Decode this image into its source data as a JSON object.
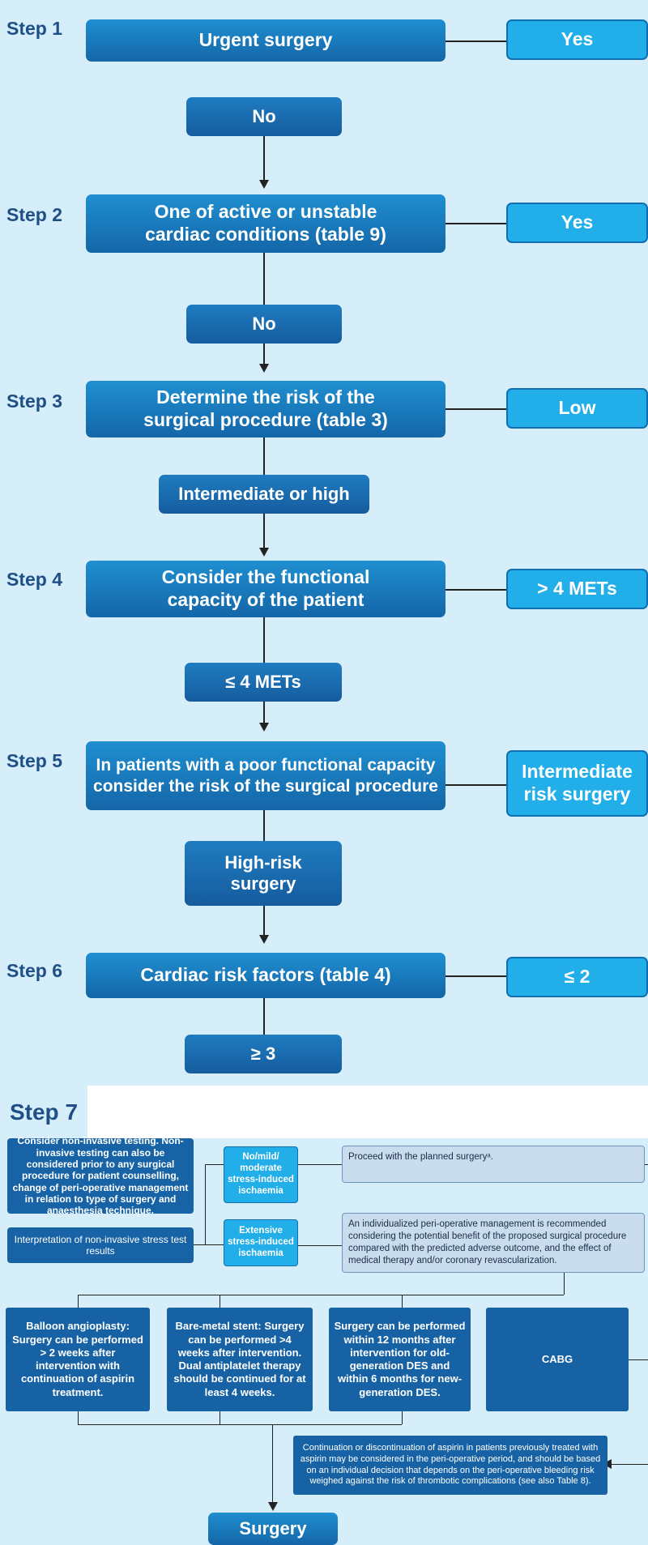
{
  "steps": [
    {
      "label": "Step 1",
      "main": "Urgent surgery",
      "side": "Yes",
      "next": "No"
    },
    {
      "label": "Step 2",
      "main": "One of active or unstable\ncardiac conditions (table 9)",
      "side": "Yes",
      "next": "No"
    },
    {
      "label": "Step 3",
      "main": "Determine the risk of the\nsurgical procedure (table 3)",
      "side": "Low",
      "next": "Intermediate or high"
    },
    {
      "label": "Step 4",
      "main": "Consider the functional\ncapacity of the patient",
      "side": "> 4 METs",
      "next": "≤ 4 METs"
    },
    {
      "label": "Step 5",
      "main": "In patients with a poor functional capacity\nconsider the risk of the surgical procedure",
      "side": "Intermediate\nrisk surgery",
      "next": "High-risk\nsurgery"
    },
    {
      "label": "Step 6",
      "main": "Cardiac risk factors (table 4)",
      "side": "≤ 2",
      "next": "≥ 3"
    }
  ],
  "step7": {
    "label": "Step 7",
    "consider": "Consider non-invasive testing. Non-invasive testing can also be considered prior to any surgical procedure for patient counselling, change of peri-operative management in relation to type of surgery and anaesthesia technique.",
    "interpretation": "Interpretation of non-invasive stress test results",
    "nomild": "No/mild/\nmoderate\nstress-induced\nischaemia",
    "extensive": "Extensive\nstress-induced\nischaemia",
    "proceed": "Proceed with the planned surgeryᵃ.",
    "individualized": "An individualized peri-operative management is recommended considering the potential benefit of the proposed surgical procedure compared with the predicted adverse outcome, and the effect of medical therapy and/or coronary revascularization.",
    "options": [
      "Balloon angioplasty:\nSurgery can be performed\n> 2 weeks after intervention\nwith continuation\nof aspirin treatment.",
      "Bare-metal stent:\nSurgery can be performed\n>4 weeks after intervention.\nDual antiplatelet therapy\nshould be continued for\nat least 4 weeks.",
      "Surgery can be performed\nwithin 12 months after\nintervention for old-generation\nDES and within 6 months for\nnew-generation DES.",
      "CABG"
    ],
    "aspirin": "Continuation or discontinuation of aspirin in patients previously treated with aspirin may be considered in the peri-operative period, and should be based on an individual decision that depends on the peri-operative bleeding risk weighed against the risk of thrombotic complications (see also Table 8).",
    "surgery": "Surgery"
  }
}
